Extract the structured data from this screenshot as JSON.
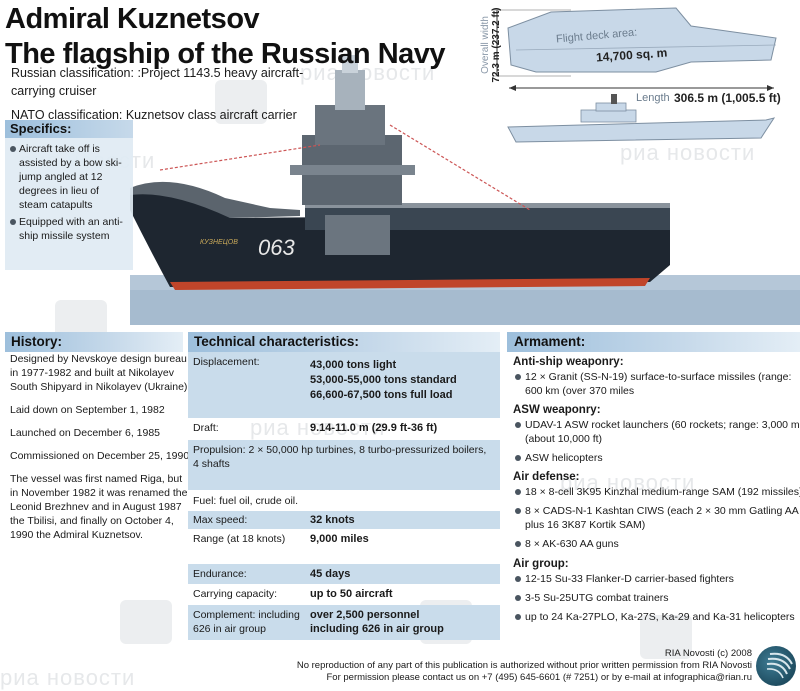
{
  "header": {
    "title_line1": "Admiral Kuznetsov",
    "title_line2": "The flagship of the Russian Navy",
    "russian_classification": "Russian classification: :Project 1143.5 heavy aircraft-carrying cruiser",
    "nato_classification": "NATO classification: Kuznetsov class aircraft carrier"
  },
  "schematic": {
    "overall_width_label": "Overall width",
    "overall_width_value": "72.3 m (237.2 ft)",
    "flight_deck_label": "Flight deck area:",
    "flight_deck_value": "14,700 sq. m",
    "length_label": "Length",
    "length_value": "306.5 m (1,005.5 ft)"
  },
  "photo": {
    "hull_number": "063",
    "hull_name": "КУЗНЕЦОВ"
  },
  "specifics": {
    "heading": "Specifics:",
    "items": [
      "Aircraft take off is assisted by a bow ski-jump angled at 12 degrees in lieu of steam catapults",
      "Equipped with an anti-ship missile system"
    ]
  },
  "history": {
    "heading": "History:",
    "paragraphs": [
      "Designed by Nevskoye design bureau in 1977-1982 and built at Nikolayev South Shipyard in Nikolayev (Ukraine)",
      "Laid down on September 1, 1982",
      "Launched on December 6, 1985",
      "Commissioned on December 25, 1990",
      "The vessel was first named Riga, but in November 1982 it was renamed the Leonid Brezhnev and in August 1987 the Tbilisi, and finally on October 4, 1990 the Admiral Kuznetsov."
    ]
  },
  "technical": {
    "heading": "Technical characteristics:",
    "rows": [
      {
        "label": "Displacement:",
        "value_lines": [
          "43,000 tons light",
          "53,000-55,000 tons standard",
          "66,600-67,500 tons full load"
        ]
      },
      {
        "label": "Draft:",
        "value": "9.14-11.0 m (29.9 ft-36 ft)"
      },
      {
        "text": "Propulsion: 2 × 50,000 hp turbines, 8 turbo-pressurized boilers, 4 shafts"
      },
      {
        "text": "Fuel: fuel oil, crude oil."
      },
      {
        "label": "Max speed:",
        "value": "32 knots"
      },
      {
        "label": "Range (at 18 knots)",
        "value": "9,000 miles"
      },
      {
        "label": "Endurance:",
        "value": "45 days"
      },
      {
        "label": "Carrying capacity:",
        "value": "up to 50 aircraft"
      },
      {
        "label": "Complement: including 626 in air group",
        "value_lines": [
          "over 2,500 personnel",
          "including 626 in air group"
        ]
      }
    ]
  },
  "armament": {
    "heading": "Armament:",
    "groups": [
      {
        "title": "Anti-ship weaponry:",
        "items": [
          "12 × Granit (SS-N-19) surface-to-surface missiles (range: 600 km (over 370 miles"
        ]
      },
      {
        "title": "ASW weaponry:",
        "items": [
          "UDAV-1 ASW rocket launchers (60 rockets; range: 3,000 m (about 10,000 ft)",
          "ASW helicopters"
        ]
      },
      {
        "title": "Air defense:",
        "items": [
          "18 × 8-cell 3K95 Kinzhal medium-range SAM (192 missiles)",
          "8 × CADS-N-1 Kashtan CIWS (each 2 × 30 mm Gatling AA plus 16 3K87 Kortik SAM)",
          "8 × AK-630 AA guns"
        ]
      },
      {
        "title": "Air group:",
        "items": [
          "12-15 Su-33 Flanker-D carrier-based fighters",
          "3-5 Su-25UTG combat trainers",
          "up to 24 Ka-27PLO, Ka-27S, Ka-29 and Ka-31 helicopters"
        ]
      }
    ]
  },
  "footer": {
    "copyright": "RIA Novosti (c) 2008",
    "notice": "No reproduction of any part of this publication is authorized without prior written permission from RIA Novosti",
    "contact": "For permission please contact us on +7 (495) 645-6601 (# 7251) or by e-mail at infographica@rian.ru"
  },
  "watermark": "риа новости",
  "colors": {
    "header_band": "#9dbfdc",
    "row_shade": "#c9dceb",
    "specifics_bg": "#e0eaf3",
    "schematic_fill": "#c8d8e8",
    "hull_dark": "#1e2630",
    "waterline": "#c0452a",
    "sea": "#a9bdd0"
  }
}
